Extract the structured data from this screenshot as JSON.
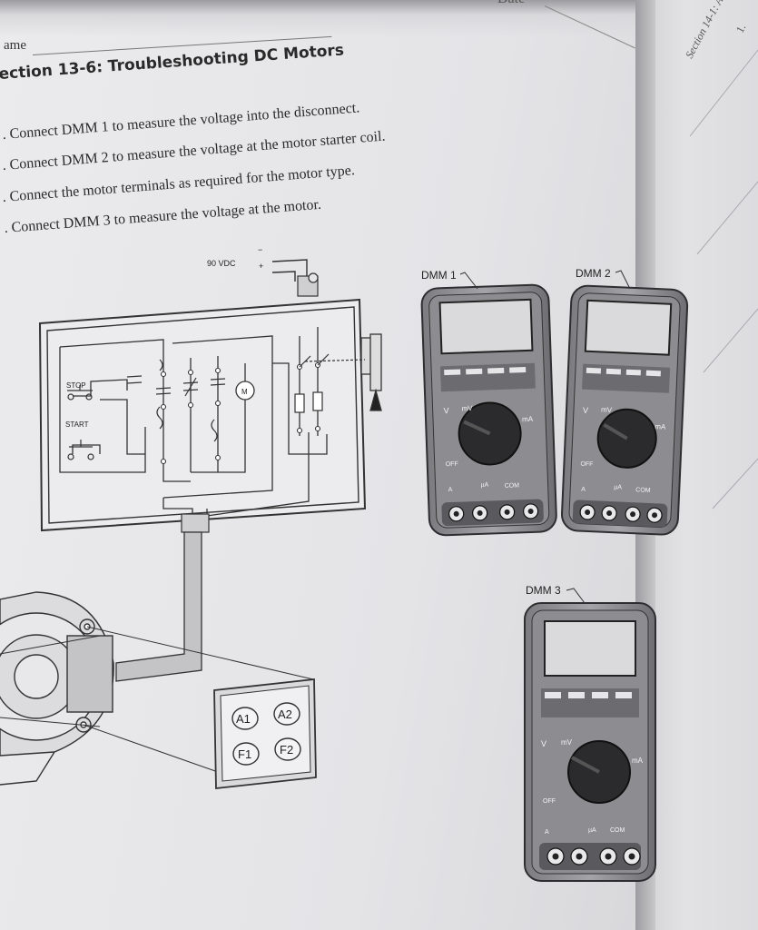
{
  "header": {
    "name_label": "ame",
    "date_label": "Date"
  },
  "section_title": "ection 13-6: Troubleshooting DC Motors",
  "steps": [
    ". Connect DMM 1 to measure the voltage into the disconnect.",
    ". Connect DMM 2 to measure the voltage at the motor starter coil.",
    ". Connect the motor terminals as required for the motor type.",
    ". Connect DMM 3 to measure the voltage at the motor."
  ],
  "right_page": {
    "section_text": "Section 14-1: A",
    "page_num": "1."
  },
  "diagram": {
    "supply_label": "90 VDC",
    "supply_minus": "−",
    "supply_plus": "+",
    "stop_label": "STOP",
    "start_label": "START",
    "motor_label": "M",
    "terminals": [
      "A1",
      "A2",
      "F1",
      "F2"
    ]
  },
  "meters": [
    {
      "label": "DMM 1",
      "off": "OFF",
      "com": "COM",
      "v": "V",
      "mv": "mV",
      "ma": "mA",
      "ua": "µA",
      "a": "A"
    },
    {
      "label": "DMM 2",
      "off": "OFF",
      "com": "COM",
      "v": "V",
      "mv": "mV",
      "ma": "mA",
      "ua": "µA",
      "a": "A"
    },
    {
      "label": "DMM 3",
      "off": "OFF",
      "com": "COM",
      "v": "V",
      "mv": "mV",
      "ma": "mA",
      "ua": "µA",
      "a": "A"
    }
  ]
}
